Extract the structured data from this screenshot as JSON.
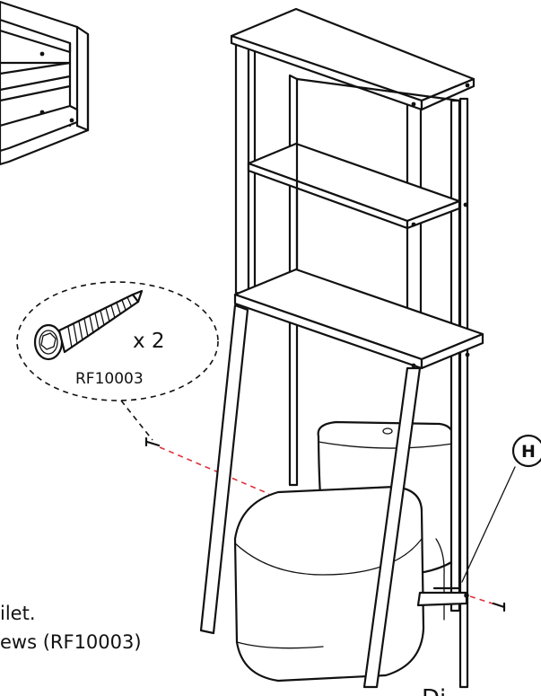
{
  "callout": {
    "quantity": "x 2",
    "part_code": "RF10003"
  },
  "label_h": {
    "letter": "H"
  },
  "instructions": {
    "line1": "ilet.",
    "line2": "ews (RF10003)"
  },
  "diagram_caption": {
    "text": "Di"
  },
  "colors": {
    "line": "#111111",
    "dash_red": "#e0303a",
    "background": "#ffffff"
  }
}
